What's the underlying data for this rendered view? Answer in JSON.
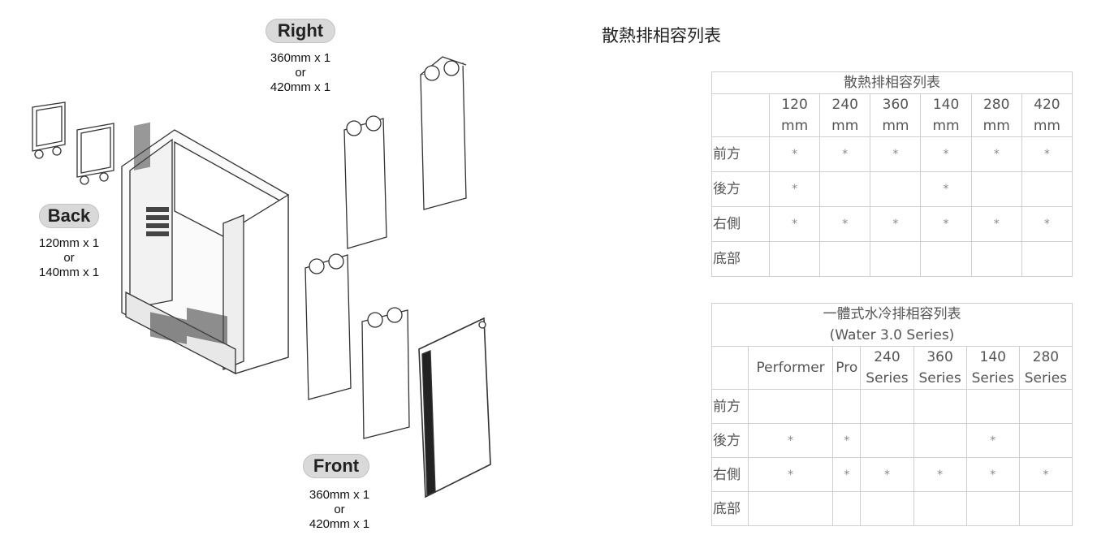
{
  "diagram": {
    "right": {
      "label": "Right",
      "line1": "360mm x 1",
      "or": "or",
      "line2": "420mm x 1"
    },
    "back": {
      "label": "Back",
      "line1": "120mm x 1",
      "or": "or",
      "line2": "140mm x 1"
    },
    "front": {
      "label": "Front",
      "line1": "360mm x 1",
      "or": "or",
      "line2": "420mm x 1"
    }
  },
  "section_title": "散熱排相容列表",
  "table1": {
    "title": "散熱排相容列表",
    "columns": [
      {
        "top": "120",
        "bottom": "mm"
      },
      {
        "top": "240",
        "bottom": "mm"
      },
      {
        "top": "360",
        "bottom": "mm"
      },
      {
        "top": "140",
        "bottom": "mm"
      },
      {
        "top": "280",
        "bottom": "mm"
      },
      {
        "top": "420",
        "bottom": "mm"
      }
    ],
    "rows": [
      {
        "label": "前方",
        "cells": [
          "*",
          "*",
          "*",
          "*",
          "*",
          "*"
        ]
      },
      {
        "label": "後方",
        "cells": [
          "*",
          "",
          "",
          "*",
          "",
          ""
        ]
      },
      {
        "label": "右側",
        "cells": [
          "*",
          "*",
          "*",
          "*",
          "*",
          "*"
        ]
      },
      {
        "label": "底部",
        "cells": [
          "",
          "",
          "",
          "",
          "",
          ""
        ]
      }
    ]
  },
  "table2": {
    "title_line1": "一體式水冷排相容列表",
    "title_line2": "(Water 3.0 Series)",
    "columns": [
      {
        "top": "Performer",
        "bottom": ""
      },
      {
        "top": "Pro",
        "bottom": ""
      },
      {
        "top": "240",
        "bottom": "Series"
      },
      {
        "top": "360",
        "bottom": "Series"
      },
      {
        "top": "140",
        "bottom": "Series"
      },
      {
        "top": "280",
        "bottom": "Series"
      }
    ],
    "rows": [
      {
        "label": "前方",
        "cells": [
          "",
          "",
          "",
          "",
          "",
          ""
        ]
      },
      {
        "label": "後方",
        "cells": [
          "*",
          "*",
          "",
          "",
          "*",
          ""
        ]
      },
      {
        "label": "右側",
        "cells": [
          "*",
          "*",
          "*",
          "*",
          "*",
          "*"
        ]
      },
      {
        "label": "底部",
        "cells": [
          "",
          "",
          "",
          "",
          "",
          ""
        ]
      }
    ]
  }
}
